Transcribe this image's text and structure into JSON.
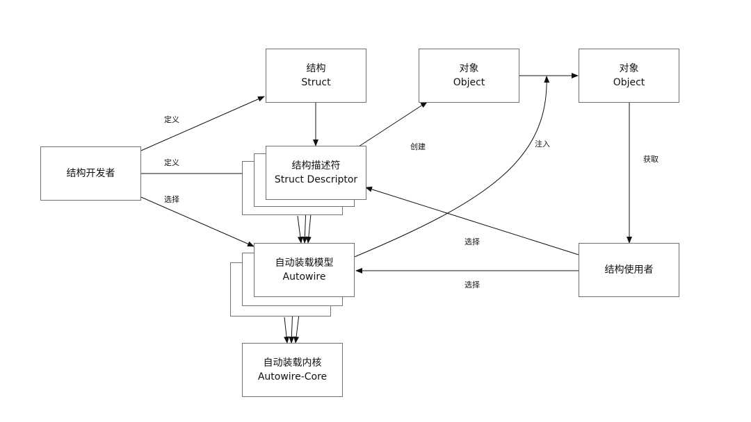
{
  "nodes": {
    "struct": {
      "zh": "结构",
      "en": "Struct"
    },
    "object1": {
      "zh": "对象",
      "en": "Object"
    },
    "object2": {
      "zh": "对象",
      "en": "Object"
    },
    "developer": {
      "zh": "结构开发者",
      "en": ""
    },
    "descriptor": {
      "zh": "结构描述符",
      "en": "Struct Descriptor"
    },
    "autowire": {
      "zh": "自动装载模型",
      "en": "Autowire"
    },
    "user": {
      "zh": "结构使用者",
      "en": ""
    },
    "core": {
      "zh": "自动装载内核",
      "en": "Autowire-Core"
    }
  },
  "edges": {
    "define_struct": "定义",
    "define_descriptor": "定义",
    "select_autowire": "选择",
    "create": "创建",
    "inject": "注入",
    "fetch": "获取",
    "user_select_descriptor": "选择",
    "user_select_autowire": "选择"
  },
  "colors": {
    "stroke": "#707070",
    "arrow": "#111111",
    "text": "#111111"
  }
}
